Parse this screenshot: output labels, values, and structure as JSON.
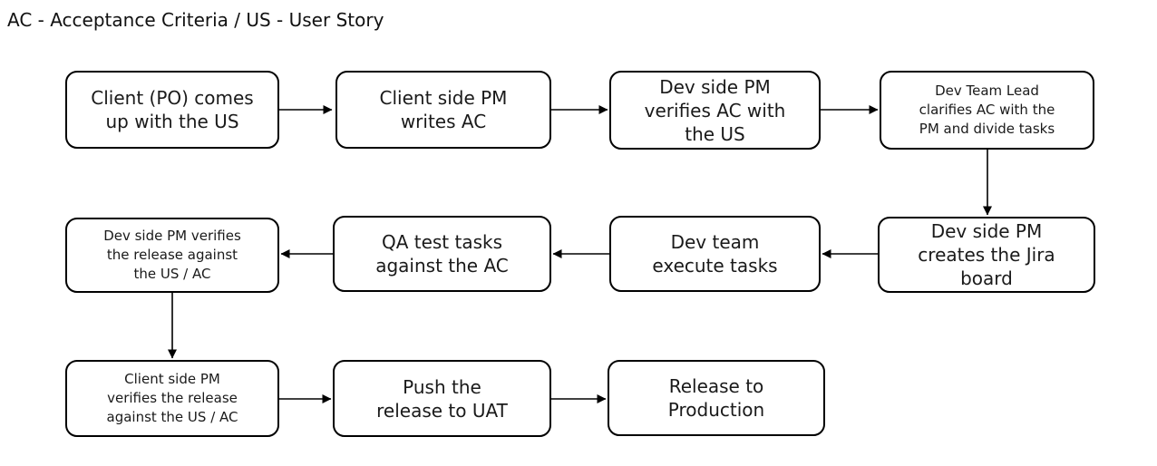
{
  "title": "AC - Acceptance Criteria / US - User Story",
  "diagram": {
    "nodes": [
      {
        "id": "client-po-comes-up-with-us",
        "text": "Client (PO) comes\nup with the US"
      },
      {
        "id": "client-side-pm-writes-ac",
        "text": "Client side PM\nwrites AC"
      },
      {
        "id": "dev-side-pm-verifies-ac",
        "text": "Dev side PM\nverifies AC with\nthe US"
      },
      {
        "id": "dev-team-lead-clarifies-ac",
        "text": "Dev Team Lead\nclarifies AC with the\nPM and divide tasks"
      },
      {
        "id": "dev-side-pm-creates-jira-board",
        "text": "Dev side PM\ncreates the Jira\nboard"
      },
      {
        "id": "dev-team-execute-tasks",
        "text": "Dev team\nexecute tasks"
      },
      {
        "id": "qa-test-tasks-against-ac",
        "text": "QA test tasks\nagainst the AC"
      },
      {
        "id": "dev-side-pm-verifies-release",
        "text": "Dev side PM verifies\nthe release against\nthe US / AC"
      },
      {
        "id": "client-side-pm-verifies-release",
        "text": "Client side PM\nverifies the release\nagainst the US / AC"
      },
      {
        "id": "push-release-to-uat",
        "text": "Push the\nrelease to UAT"
      },
      {
        "id": "release-to-production",
        "text": "Release to\nProduction"
      }
    ],
    "edges": [
      {
        "from": "client-po-comes-up-with-us",
        "to": "client-side-pm-writes-ac"
      },
      {
        "from": "client-side-pm-writes-ac",
        "to": "dev-side-pm-verifies-ac"
      },
      {
        "from": "dev-side-pm-verifies-ac",
        "to": "dev-team-lead-clarifies-ac"
      },
      {
        "from": "dev-team-lead-clarifies-ac",
        "to": "dev-side-pm-creates-jira-board"
      },
      {
        "from": "dev-side-pm-creates-jira-board",
        "to": "dev-team-execute-tasks"
      },
      {
        "from": "dev-team-execute-tasks",
        "to": "qa-test-tasks-against-ac"
      },
      {
        "from": "qa-test-tasks-against-ac",
        "to": "dev-side-pm-verifies-release"
      },
      {
        "from": "dev-side-pm-verifies-release",
        "to": "client-side-pm-verifies-release"
      },
      {
        "from": "client-side-pm-verifies-release",
        "to": "push-release-to-uat"
      },
      {
        "from": "push-release-to-uat",
        "to": "release-to-production"
      }
    ]
  },
  "colors": {
    "stroke": "#000000",
    "text": "#1a1a1a",
    "background": "#ffffff"
  }
}
